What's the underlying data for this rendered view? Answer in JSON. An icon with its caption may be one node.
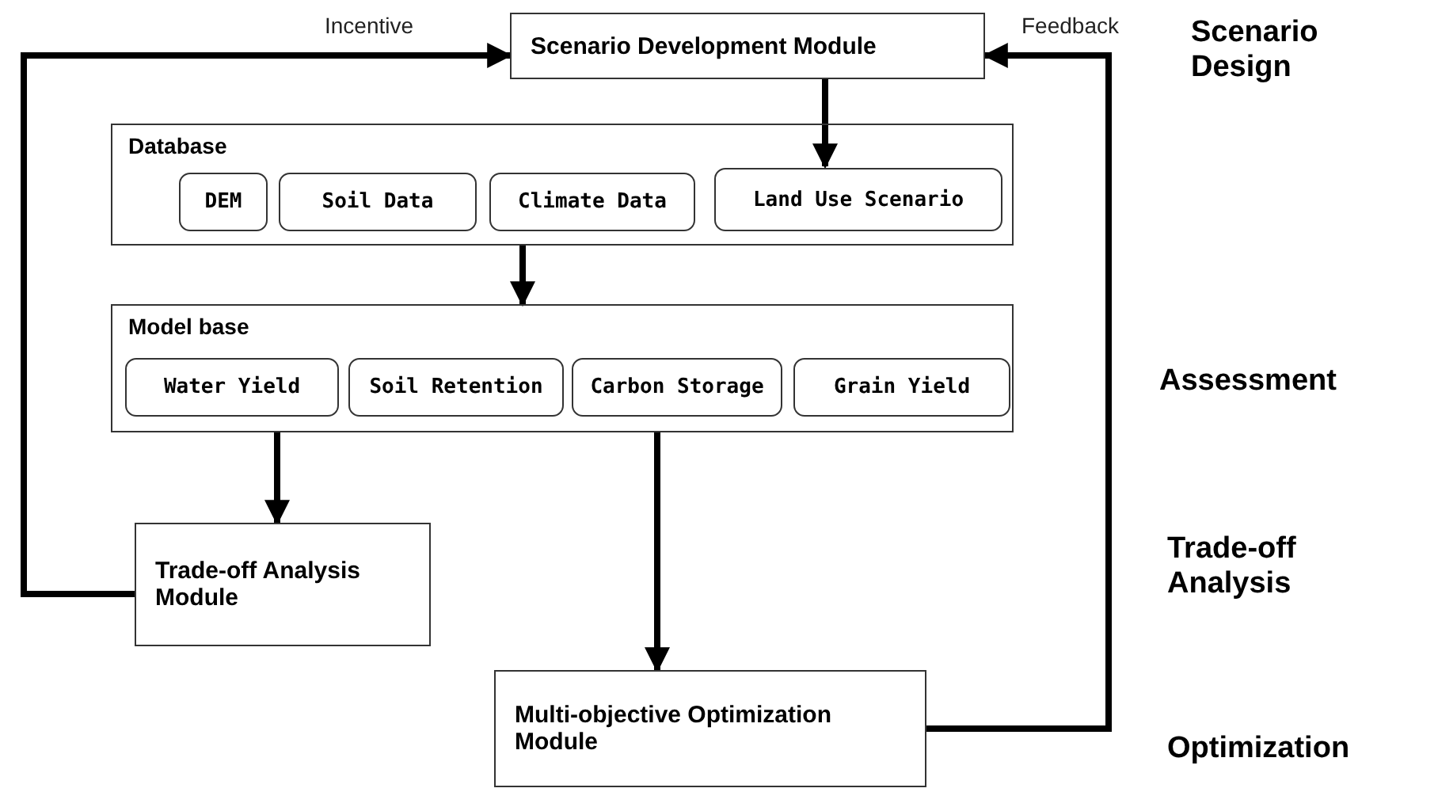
{
  "diagram": {
    "nodes": [
      {
        "text": [
          "Scenario Development Module"
        ]
      },
      {
        "text": [
          "Database"
        ]
      },
      {
        "text": [
          "DEM"
        ],
        "in": 1
      },
      {
        "text": [
          "Soil Data"
        ],
        "in": 1
      },
      {
        "text": [
          "Climate Data"
        ],
        "in": 1
      },
      {
        "text": [
          "Land Use Scenario"
        ],
        "in": 1
      },
      {
        "text": [
          "Model base"
        ]
      },
      {
        "text": [
          "Water Yield"
        ],
        "in": 6
      },
      {
        "text": [
          "Soil Retention"
        ],
        "in": 6
      },
      {
        "text": [
          "Carbon Storage"
        ],
        "in": 6
      },
      {
        "text": [
          "Grain Yield"
        ],
        "in": 6
      },
      {
        "text": [
          "Trade-off Analysis Module"
        ]
      },
      {
        "text": [
          "Multi-objective Optimization Module"
        ]
      }
    ],
    "edges": [
      {
        "from": 0,
        "to": 5,
        "arrow": "to"
      },
      {
        "from": 1,
        "to": 6,
        "arrow": "to"
      },
      {
        "from": 6,
        "to": 11,
        "arrow": "to"
      },
      {
        "from": 6,
        "to": 12,
        "arrow": "to"
      },
      {
        "from": 11,
        "to": 0,
        "arrow": "to",
        "label": "Incentive"
      },
      {
        "from": 12,
        "to": 0,
        "arrow": "to",
        "label": "Feedback"
      }
    ],
    "labels": [
      "Scenario Design",
      "Assessment",
      "Trade-off Analysis",
      "Optimization"
    ]
  }
}
